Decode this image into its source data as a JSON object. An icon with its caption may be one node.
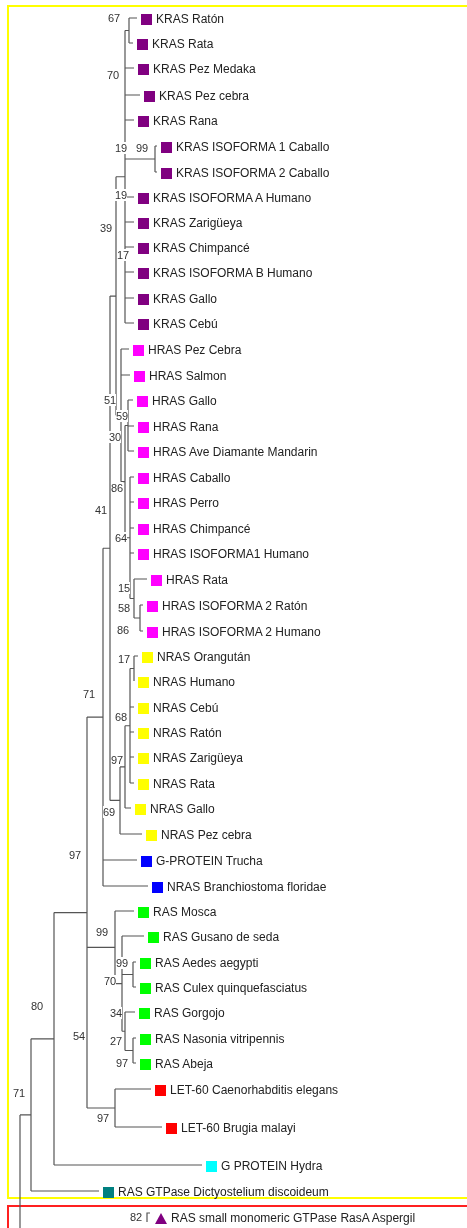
{
  "diagram": {
    "nodes": [
      {
        "text": [],
        "shape": "box"
      },
      {
        "text": [
          "KRAS Ratón"
        ],
        "in": 0
      },
      {
        "text": [
          "KRAS Rata"
        ],
        "in": 0
      },
      {
        "text": [
          "KRAS Pez Medaka"
        ],
        "in": 0
      },
      {
        "text": [
          "KRAS Pez cebra"
        ],
        "in": 0
      },
      {
        "text": [
          "KRAS Rana"
        ],
        "in": 0
      },
      {
        "text": [
          "KRAS ISOFORMA 1 Caballo"
        ],
        "in": 0
      },
      {
        "text": [
          "KRAS ISOFORMA 2 Caballo"
        ],
        "in": 0
      },
      {
        "text": [
          "KRAS ISOFORMA A Humano"
        ],
        "in": 0
      },
      {
        "text": [
          "KRAS Zarigüeya"
        ],
        "in": 0
      },
      {
        "text": [
          "KRAS Chimpancé"
        ],
        "in": 0
      },
      {
        "text": [
          "KRAS ISOFORMA B Humano"
        ],
        "in": 0
      },
      {
        "text": [
          "KRAS Gallo"
        ],
        "in": 0
      },
      {
        "text": [
          "KRAS Cebú"
        ],
        "in": 0
      },
      {
        "text": [
          "HRAS Pez Cebra"
        ],
        "in": 0
      },
      {
        "text": [
          "HRAS Salmon"
        ],
        "in": 0
      },
      {
        "text": [
          "HRAS Gallo"
        ],
        "in": 0
      },
      {
        "text": [
          "HRAS Rana"
        ],
        "in": 0
      },
      {
        "text": [
          "HRAS Ave Diamante Mandarin"
        ],
        "in": 0
      },
      {
        "text": [
          "HRAS Caballo"
        ],
        "in": 0
      },
      {
        "text": [
          "HRAS Perro"
        ],
        "in": 0
      },
      {
        "text": [
          "HRAS Chimpancé"
        ],
        "in": 0
      },
      {
        "text": [
          "HRAS ISOFORMA1 Humano"
        ],
        "in": 0
      },
      {
        "text": [
          "HRAS Rata"
        ],
        "in": 0
      },
      {
        "text": [
          "HRAS ISOFORMA 2 Ratón"
        ],
        "in": 0
      },
      {
        "text": [
          "HRAS ISOFORMA 2 Humano"
        ],
        "in": 0
      },
      {
        "text": [
          "NRAS Orangután"
        ],
        "in": 0
      },
      {
        "text": [
          "NRAS Humano"
        ],
        "in": 0
      },
      {
        "text": [
          "NRAS Cebú"
        ],
        "in": 0
      },
      {
        "text": [
          "NRAS Ratón"
        ],
        "in": 0
      },
      {
        "text": [
          "NRAS Zarigüeya"
        ],
        "in": 0
      },
      {
        "text": [
          "NRAS Rata"
        ],
        "in": 0
      },
      {
        "text": [
          "NRAS Gallo"
        ],
        "in": 0
      },
      {
        "text": [
          "NRAS Pez cebra"
        ],
        "in": 0
      },
      {
        "text": [
          "G-PROTEIN Trucha"
        ],
        "in": 0
      },
      {
        "text": [
          "NRAS Branchiostoma floridae"
        ],
        "in": 0
      },
      {
        "text": [
          "RAS Mosca"
        ],
        "in": 0
      },
      {
        "text": [
          "RAS Gusano de seda"
        ],
        "in": 0
      },
      {
        "text": [
          "RAS Aedes aegypti"
        ],
        "in": 0
      },
      {
        "text": [
          "RAS Culex quinquefasciatus"
        ],
        "in": 0
      },
      {
        "text": [
          "RAS Gorgojo"
        ],
        "in": 0
      },
      {
        "text": [
          "RAS Nasonia vitripennis"
        ],
        "in": 0
      },
      {
        "text": [
          "RAS Abeja"
        ],
        "in": 0
      },
      {
        "text": [
          "LET-60 Caenorhabditis elegans"
        ],
        "in": 0
      },
      {
        "text": [
          "LET-60 Brugia malayi"
        ],
        "in": 0
      },
      {
        "text": [
          "G PROTEIN Hydra"
        ],
        "in": 0
      },
      {
        "text": [
          "RAS GTPase Dictyostelium discoideum"
        ],
        "in": 0
      },
      {
        "text": [],
        "shape": "box"
      },
      {
        "text": [
          "RAS small monomeric GTPase RasA Aspergil"
        ],
        "in": 47
      }
    ],
    "labels": [
      "67",
      "70",
      "19",
      "99",
      "19",
      "39",
      "17",
      "51",
      "59",
      "30",
      "86",
      "41",
      "64",
      "15",
      "58",
      "86",
      "17",
      "71",
      "68",
      "97",
      "69",
      "97",
      "99",
      "99",
      "70",
      "80",
      "34",
      "54",
      "27",
      "97",
      "71",
      "97",
      "82"
    ]
  }
}
